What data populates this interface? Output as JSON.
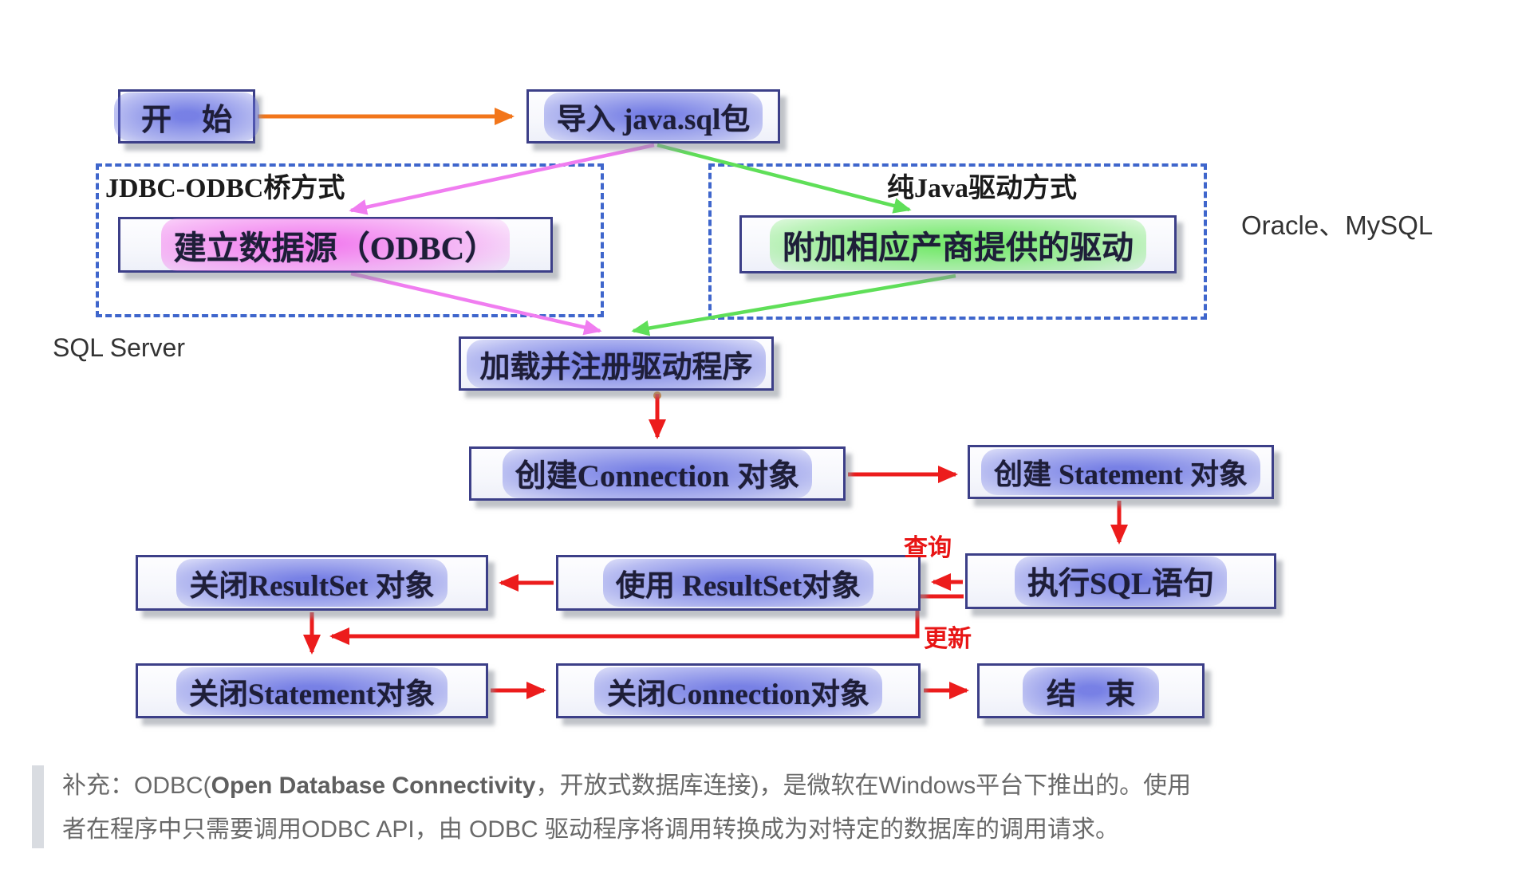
{
  "diagram": {
    "nodes": {
      "start": {
        "label": "开　始"
      },
      "import": {
        "label": "导入 java.sql包"
      },
      "odbc": {
        "label": "建立数据源（ODBC）"
      },
      "driver": {
        "label": "附加相应产商提供的驱动"
      },
      "load": {
        "label": "加载并注册驱动程序"
      },
      "connection": {
        "label": "创建Connection 对象"
      },
      "statement": {
        "label": "创建 Statement 对象"
      },
      "execute": {
        "label": "执行SQL语句"
      },
      "use_rs": {
        "label": "使用 ResultSet对象"
      },
      "close_rs": {
        "label": "关闭ResultSet 对象"
      },
      "close_stmt": {
        "label": "关闭Statement对象"
      },
      "close_conn": {
        "label": "关闭Connection对象"
      },
      "end": {
        "label": "结　束"
      }
    },
    "groups": {
      "jdbc_odbc": {
        "label": "JDBC-ODBC桥方式"
      },
      "pure_java": {
        "label": "纯Java驱动方式"
      }
    },
    "annotations": {
      "sql_server": "SQL Server",
      "oracle_mysql": "Oracle、MySQL",
      "query": "查询",
      "update": "更新"
    },
    "colors": {
      "box_border_navy": "#3c3f88",
      "dashed_frame_blue": "#3f66cc",
      "arrow_red": "#ec1c1c",
      "arrow_orange": "#f2761b",
      "line_pink": "#f07df0",
      "line_green": "#5fdf58",
      "glow_blue": "#6670e2",
      "glow_pink": "#f278ee",
      "glow_green": "#6ee864",
      "note_gray": "#696969"
    }
  },
  "note": {
    "line1_prefix": "补充：ODBC(",
    "line1_bold": "Open Database Connectivity",
    "line1_rest": "，开放式数据库连接)，是微软在Windows平台下推出的。使用",
    "line2": "者在程序中只需要调用ODBC API，由 ODBC 驱动程序将调用转换成为对特定的数据库的调用请求。"
  }
}
